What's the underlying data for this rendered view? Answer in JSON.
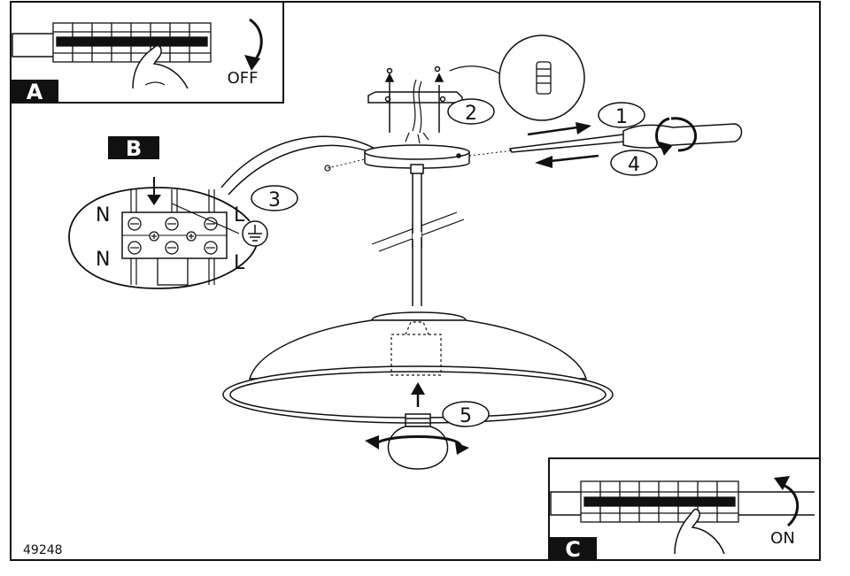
{
  "panels": {
    "a": {
      "badge": "A",
      "caption": "OFF"
    },
    "b": {
      "badge": "B",
      "neutral": "N",
      "live": "L"
    },
    "c": {
      "badge": "C",
      "caption": "ON"
    }
  },
  "steps": [
    "1",
    "2",
    "3",
    "4",
    "5"
  ],
  "model_number": "49248",
  "colors": {
    "ink": "#111111",
    "paper": "#ffffff"
  }
}
